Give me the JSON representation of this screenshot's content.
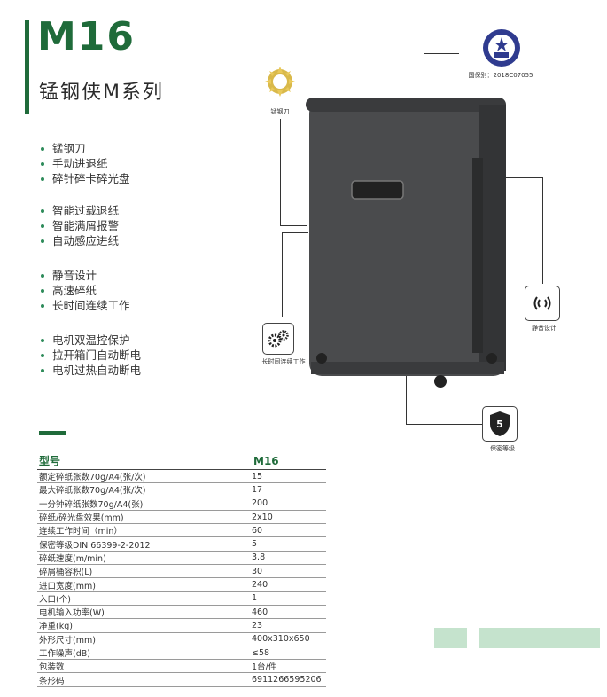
{
  "header": {
    "model": "M16",
    "series": "锰钢侠M系列"
  },
  "features": [
    [
      "锰钢刀",
      "手动进退纸",
      "碎针碎卡碎光盘"
    ],
    [
      "智能过载退纸",
      "智能满屑报警",
      "自动感应进纸"
    ],
    [
      "静音设计",
      "高速碎纸",
      "长时间连续工作"
    ],
    [
      "电机双温控保护",
      "拉开箱门自动断电",
      "电机过热自动断电"
    ]
  ],
  "badges": {
    "blade": "锰钢刀",
    "certification": "国保别：2018C07055",
    "quiet": "静音设计",
    "continuous": "长时间连续工作",
    "security": "保密等级",
    "security_level": "5"
  },
  "spec_table": {
    "header": [
      "型号",
      "M16"
    ],
    "rows": [
      [
        "额定碎纸张数70g/A4(张/次)",
        "15"
      ],
      [
        "最大碎纸张数70g/A4(张/次)",
        "17"
      ],
      [
        "一分钟碎纸张数70g/A4(张)",
        "200"
      ],
      [
        "碎纸/碎光盘效果(mm)",
        "2x10"
      ],
      [
        "连续工作时间（min）",
        "60"
      ],
      [
        "保密等级DIN 66399-2-2012",
        "5"
      ],
      [
        "碎纸速度(m/min)",
        "3.8"
      ],
      [
        "碎屑桶容积(L)",
        "30"
      ],
      [
        "进口宽度(mm)",
        "240"
      ],
      [
        "入口(个)",
        "1"
      ],
      [
        "电机输入功率(W)",
        "460"
      ],
      [
        "净重(kg)",
        "23"
      ],
      [
        "外形尺寸(mm)",
        "400x310x650"
      ],
      [
        "工作噪声(dB)",
        "≤58"
      ],
      [
        "包装数",
        "1台/件"
      ],
      [
        "条形码",
        "6911266595206"
      ]
    ]
  },
  "colors": {
    "brand_green": "#1f6b3a",
    "light_green": "#c5e3cd",
    "body_gray": "#4a4b4d"
  }
}
